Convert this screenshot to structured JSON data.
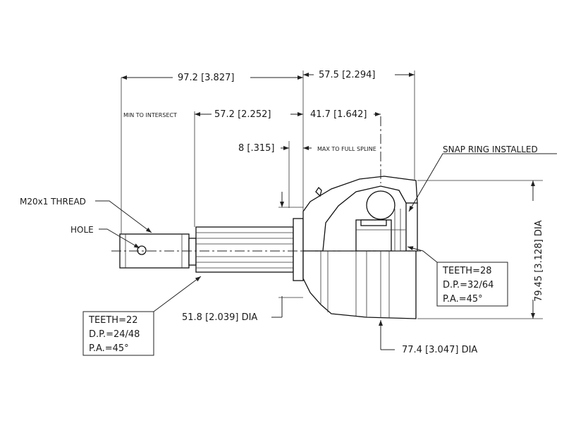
{
  "dimensions": {
    "overall_length": "97.2 [3.827]",
    "bell_length": "57.5 [2.294]",
    "min_to_intersect_label": "MIN TO INTERSECT",
    "spline_length": "57.2 [2.252]",
    "spline_to_center": "41.7 [1.642]",
    "small_offset": "8 [.315]",
    "max_to_full_spline_label": "MAX TO FULL SPLINE",
    "shaft_diameter": "51.8 [2.039] DIA",
    "bell_diameter": "77.4 [3.047] DIA",
    "overall_diameter": "79.45 [3.128] DIA"
  },
  "labels": {
    "thread": "M20x1 THREAD",
    "hole": "HOLE",
    "snap_ring": "SNAP RING INSTALLED"
  },
  "specs_left": {
    "teeth": "TEETH=22",
    "dp": "D.P.=24/48",
    "pa": "P.A.=45°"
  },
  "specs_right": {
    "teeth": "TEETH=28",
    "dp": "D.P.=32/64",
    "pa": "P.A.=45°"
  }
}
